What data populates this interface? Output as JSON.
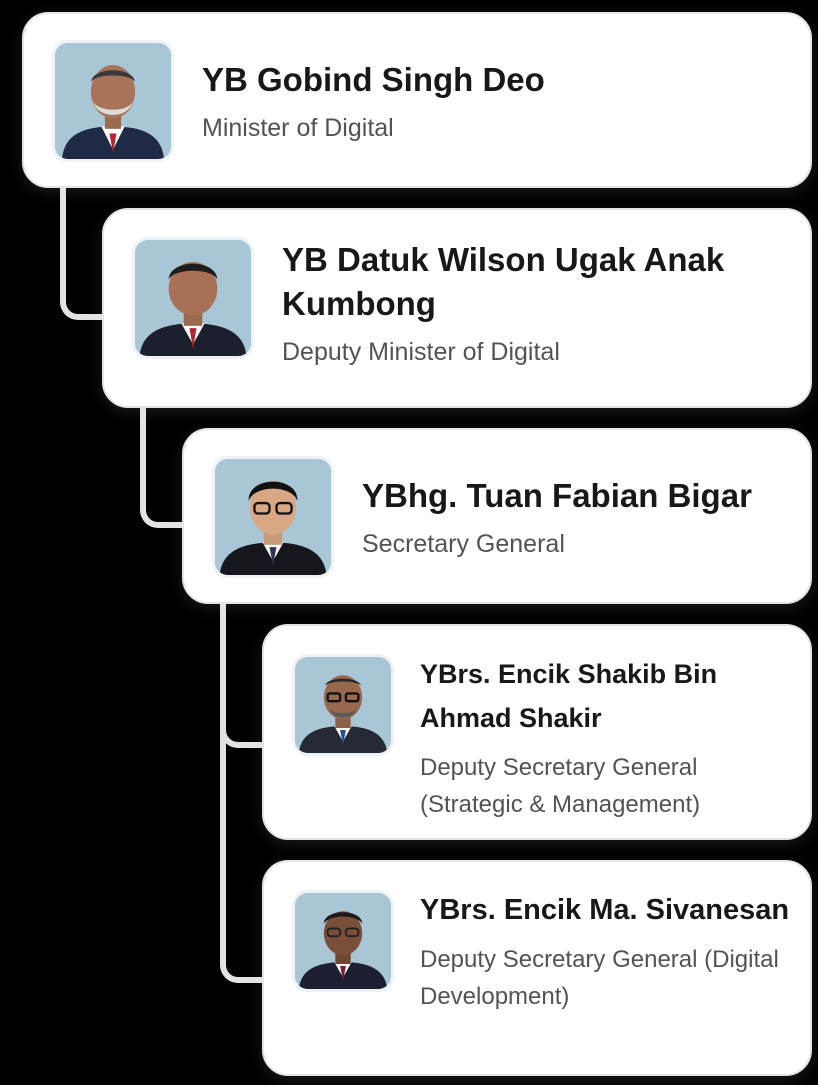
{
  "org_chart": {
    "members": [
      {
        "name": "YB Gobind Singh Deo",
        "role": "Minister of Digital",
        "photo_icon": "person-portrait-icon"
      },
      {
        "name": "YB Datuk Wilson Ugak Anak Kumbong",
        "role": "Deputy Minister of Digital",
        "photo_icon": "person-portrait-icon"
      },
      {
        "name": "YBhg. Tuan Fabian Bigar",
        "role": "Secretary General",
        "photo_icon": "person-portrait-icon"
      },
      {
        "name": "YBrs. Encik Shakib Bin Ahmad Shakir",
        "role": "Deputy Secretary General (Strategic & Management)",
        "photo_icon": "person-portrait-icon"
      },
      {
        "name": "YBrs. Encik Ma. Sivanesan",
        "role": "Deputy Secretary General (Digital Development)",
        "photo_icon": "person-portrait-icon"
      }
    ]
  },
  "colors": {
    "page_background": "#000000",
    "card_background": "#ffffff",
    "card_border": "#e4e4e7",
    "connector": "#e3e3e6",
    "name_text": "#18181b",
    "role_text": "#52525b",
    "photo_background": "#a9c6d6"
  }
}
